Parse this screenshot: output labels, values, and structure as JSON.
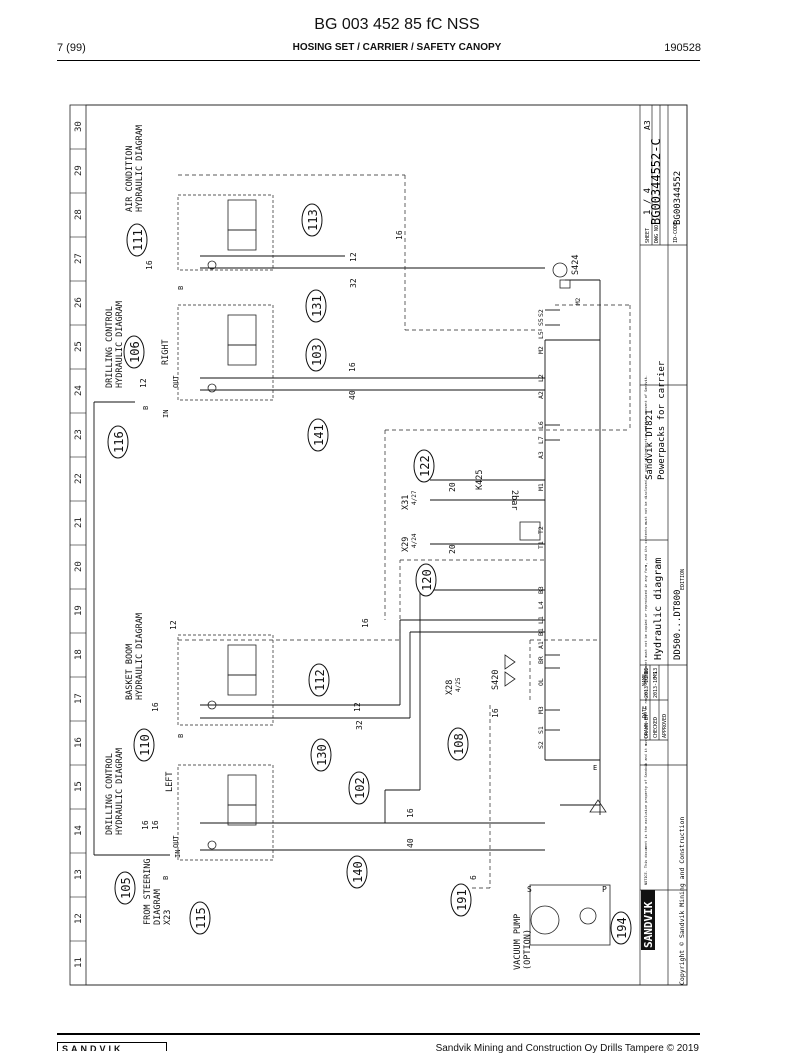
{
  "header": {
    "doc_id": "BG 003 452 85 fC NSS",
    "page": "7 (99)",
    "section": "HOSING SET / CARRIER / SAFETY CANOPY",
    "date": "190528"
  },
  "frame": {
    "columns": [
      "11",
      "12",
      "13",
      "14",
      "15",
      "16",
      "17",
      "18",
      "19",
      "20",
      "21",
      "22",
      "23",
      "24",
      "25",
      "26",
      "27",
      "28",
      "29",
      "30"
    ]
  },
  "title_block": {
    "logo": "SANDVIK",
    "notice": "NOTICE. This document is the exclusive property of Sandvik and it must be returned on request. The document must not be copied or reproduced in any form, and its contents must not be disclosed or used without prior written consent of Sandvik.",
    "copyright": "Copyright © Sandvik Mining and Construction",
    "rows": [
      {
        "label": "DRAWN BY",
        "date": "2013-10-13",
        "name": "ZIK"
      },
      {
        "label": "CHECKED",
        "date": "2013-10-13",
        "name": "MS"
      },
      {
        "label": "APPROVED",
        "date": "",
        "name": ""
      }
    ],
    "date_head": "DATE",
    "name_head": "NAME",
    "title": "Hydraulic diagram",
    "subtitle": "DD500...DT800",
    "edition": "EDITION",
    "product": "Sandvik DT821",
    "description": "Powerpacks for carrier",
    "sheet_label": "SHEET",
    "sheet": "1 / 4",
    "size": "A3",
    "dwg_label": "DWG NO",
    "dwg_no": "BG00344552-C",
    "idcode_label": "ID-CODE",
    "id_code": "BG00344552"
  },
  "labels": {
    "air_condition": [
      "AIR CONDITION",
      "HYDRAULIC DIAGRAM"
    ],
    "drilling_right": [
      "DRILLING CONTROL",
      "HYDRAULIC DIAGRAM"
    ],
    "right": "RIGHT",
    "basket_boom": [
      "BASKET BOOM",
      "HYDRAULIC DIAGRAM"
    ],
    "drilling_left": [
      "DRILLING CONTROL",
      "HYDRAULIC DIAGRAM"
    ],
    "left": "LEFT",
    "from_steering": [
      "FROM STEERING",
      "DIAGRAM",
      "X23"
    ],
    "vacuum_pump": [
      "VACUUM PUMP",
      "(OPTION)"
    ],
    "b": "B",
    "in": "IN",
    "out": "OUT",
    "x31": "X31",
    "x31_code": "4/27",
    "x29": "X29",
    "x29_code": "4/24",
    "x28": "X28",
    "x28_code": "4/25",
    "k425": "K425",
    "two_bar": "2bar",
    "s424": "S424",
    "s420": "S420",
    "ports": [
      "S2",
      "S1",
      "M3",
      "OL",
      "BR",
      "A1",
      "B1",
      "L1",
      "L4",
      "B3",
      "T1",
      "T2",
      "M1",
      "A3",
      "L7",
      "L6",
      "A2",
      "L2",
      "M2",
      "L5",
      "S5",
      "S2"
    ],
    "m2": "M2",
    "e": "E",
    "s_port": "S",
    "p_port": "P",
    "dims": [
      "40",
      "16",
      "16",
      "12",
      "32",
      "12",
      "16",
      "40",
      "16",
      "32",
      "12",
      "16",
      "20",
      "20",
      "6",
      "16",
      "16",
      "12",
      "16",
      "16"
    ]
  },
  "callouts": [
    "105",
    "115",
    "140",
    "102",
    "130",
    "110",
    "112",
    "108",
    "191",
    "194",
    "120",
    "122",
    "141",
    "103",
    "131",
    "116",
    "106",
    "111",
    "113"
  ],
  "footer": {
    "copyright": "Sandvik Mining and Construction Oy Drills Tampere © 2019"
  }
}
